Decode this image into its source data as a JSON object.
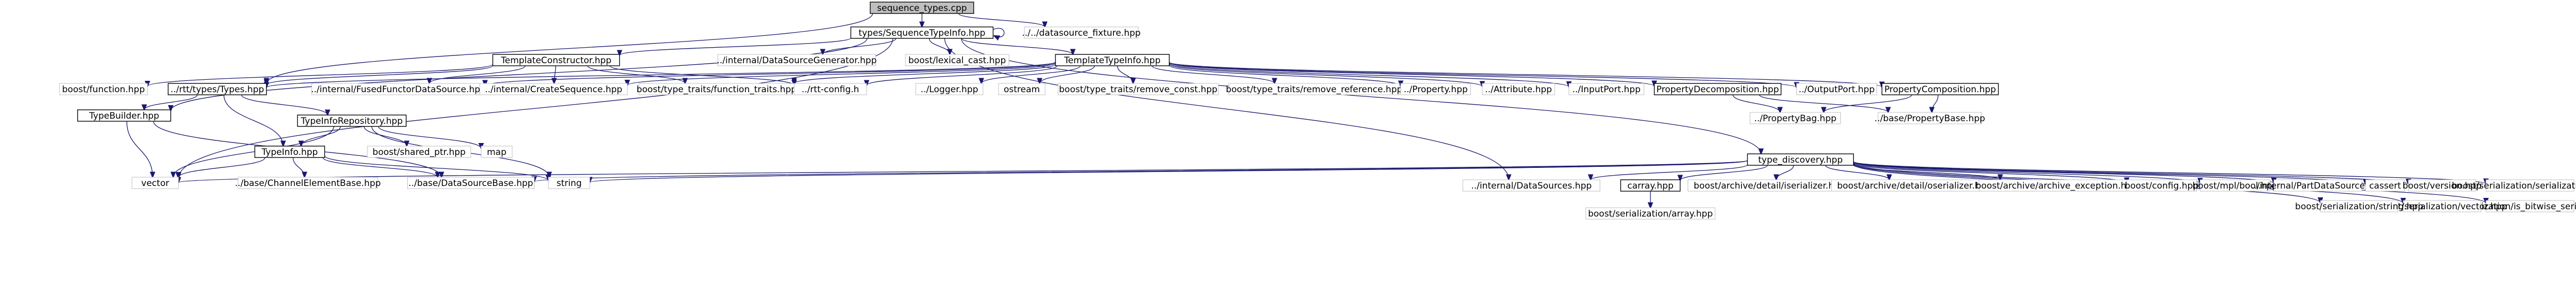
{
  "colors": {
    "root_fill": "#bfbfbf",
    "boxed_fill": "#ffffff",
    "boxed_stroke": "#000000",
    "edge": "#191970",
    "label_unboxed": "#000000"
  },
  "nodes": {
    "root": "sequence_types.cpp",
    "seqti": "types/SequenceTypeInfo.hpp",
    "fixture": "../../datasource_fixture.hpp",
    "tconst": "TemplateConstructor.hpp",
    "idsg": "../internal/DataSourceGenerator.hpp",
    "lexcast": "boost/lexical_cast.hpp",
    "tti": "TemplateTypeInfo.hpp",
    "typedisc": "type_discovery.hpp",
    "bfunc": "boost/function.hpp",
    "rtttypes": "../rtt/types/Types.hpp",
    "ibfcds": "../internal/FusedFunctorDataSource.hpp",
    "icreate": "../internal/CreateSequence.hpp",
    "bfuncttraits": "boost/type_traits/function_traits.hpp",
    "rttconfig": "../rtt-config.h",
    "logger": "../Logger.hpp",
    "ostream": "ostream",
    "bremconst": "boost/type_traits/remove_const.hpp",
    "bremref": "boost/type_traits/remove_reference.hpp",
    "property": "../Property.hpp",
    "attribute": "../Attribute.hpp",
    "inputport": "../InputPort.hpp",
    "propdecomp": "PropertyDecomposition.hpp",
    "outputport": "../OutputPort.hpp",
    "propcomp": "PropertyComposition.hpp",
    "typebuilder": "TypeBuilder.hpp",
    "tirepo": "TypeInfoRepository.hpp",
    "propbag": "../PropertyBag.hpp",
    "propbase": "../base/PropertyBase.hpp",
    "typeinfo": "TypeInfo.hpp",
    "bsharedptr": "boost/shared_ptr.hpp",
    "map": "map",
    "vector": "vector",
    "chanelembase": "../base/ChannelElementBase.hpp",
    "dsbase": "../base/DataSourceBase.hpp",
    "string": "string",
    "idatasources": "../internal/DataSources.hpp",
    "carray": "carray.hpp",
    "barchdetser": "boost/archive/detail/iserializer.hpp",
    "barchdetoser": "boost/archive/detail/oserializer.hpp",
    "barchexc": "boost/archive/archive_exception.hpp",
    "bconfig": "boost/config.hpp",
    "bmpl": "boost/mpl/bool.hpp",
    "ipartds": "../internal/PartDataSource.hpp",
    "cassert": "cassert",
    "bversion": "boost/version.hpp",
    "bsernvp": "boost/serialization/serialization.hpp",
    "bserbitwise": "boost/serialization/is_bitwise_serializable.hpp",
    "bservector": "boost/serialization/vector.hpp",
    "bserstring": "boost/serialization/string.hpp",
    "bserarray": "boost/serialization/array.hpp"
  }
}
